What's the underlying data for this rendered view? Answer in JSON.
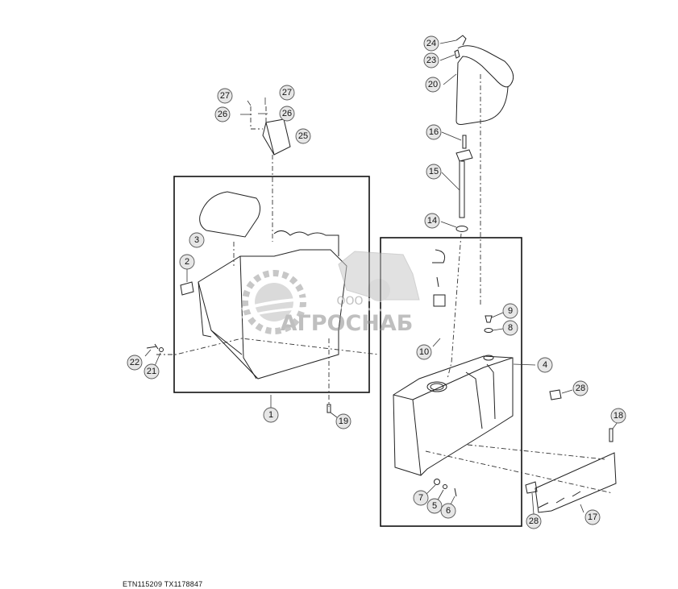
{
  "footer": {
    "code": "ETN115209  TX1178847"
  },
  "watermark": {
    "company_form": "ООО",
    "company_name": "АГРОСНАБ"
  },
  "callouts": [
    "24",
    "23",
    "20",
    "16",
    "15",
    "14",
    "27",
    "27",
    "26",
    "26",
    "25",
    "3",
    "2",
    "22",
    "21",
    "1",
    "19",
    "9",
    "8",
    "10",
    "4",
    "28",
    "18",
    "7",
    "5",
    "6",
    "28",
    "17"
  ],
  "colors": {
    "line": "#222222",
    "callout_fill": "#e6e6e6",
    "watermark": "#9a9a9a"
  }
}
